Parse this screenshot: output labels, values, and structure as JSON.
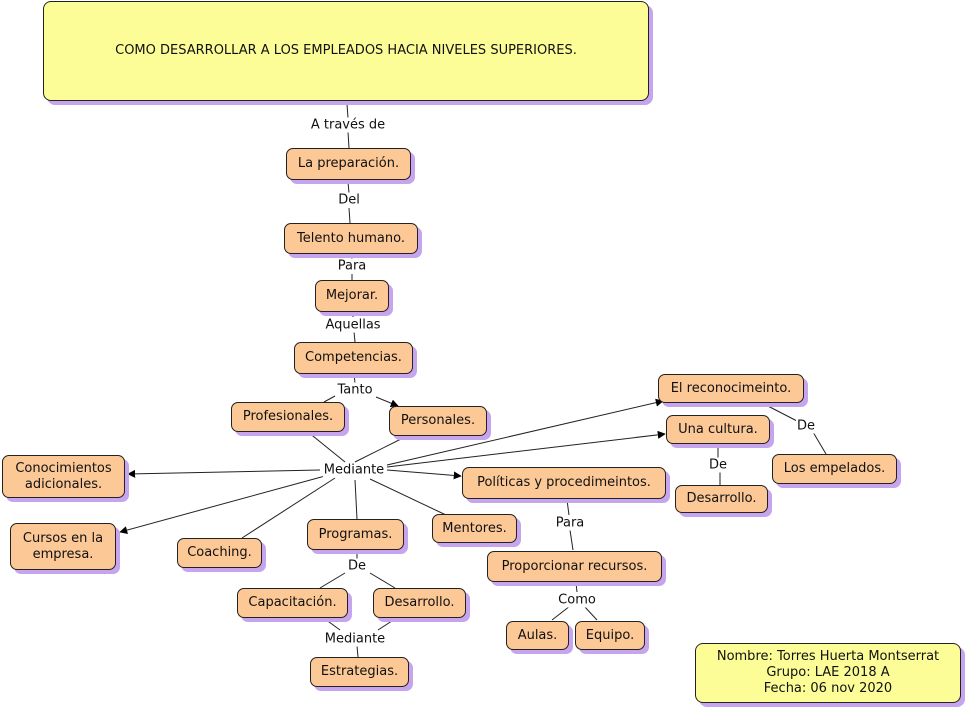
{
  "title": "COMO DESARROLLAR A LOS EMPLEADOS HACIA NIVELES SUPERIORES.",
  "colors": {
    "concept_fill": "#fcc896",
    "title_fill": "#fdfd98",
    "shadow": "#c6a4ee",
    "line": "#222222"
  },
  "concepts": {
    "preparacion": "La preparación.",
    "talento": "Telento humano.",
    "mejorar": "Mejorar.",
    "competencias": "Competencias.",
    "profesionales": "Profesionales.",
    "personales": "Personales.",
    "conocimientos": "Conocimientos\nadicionales.",
    "cursos": "Cursos en la\nempresa.",
    "coaching": "Coaching.",
    "programas": "Programas.",
    "mentores": "Mentores.",
    "politicas": "Políticas y procedimeintos.",
    "reconocimiento": "El reconocimeinto.",
    "cultura": "Una cultura.",
    "empelados": "Los empelados.",
    "desarrollo_cultura": "Desarrollo.",
    "proporcionar": "Proporcionar recursos.",
    "aulas": "Aulas.",
    "equipo": "Equipo.",
    "capacitacion": "Capacitación.",
    "desarrollo_prog": "Desarrollo.",
    "estrategias": "Estrategias."
  },
  "linking_phrases": {
    "a_traves": "A través de",
    "del": "Del",
    "para1": "Para",
    "aquellas": "Aquellas",
    "tanto": "Tanto",
    "mediante1": "Mediante",
    "de_rec": "De",
    "de_cul": "De",
    "para2": "Para",
    "como": "Como",
    "de_prog": "De",
    "mediante2": "Mediante"
  },
  "info": {
    "nombre": "Nombre: Torres Huerta Montserrat",
    "grupo": "Grupo: LAE 2018 A",
    "fecha": "Fecha: 06 nov 2020"
  }
}
